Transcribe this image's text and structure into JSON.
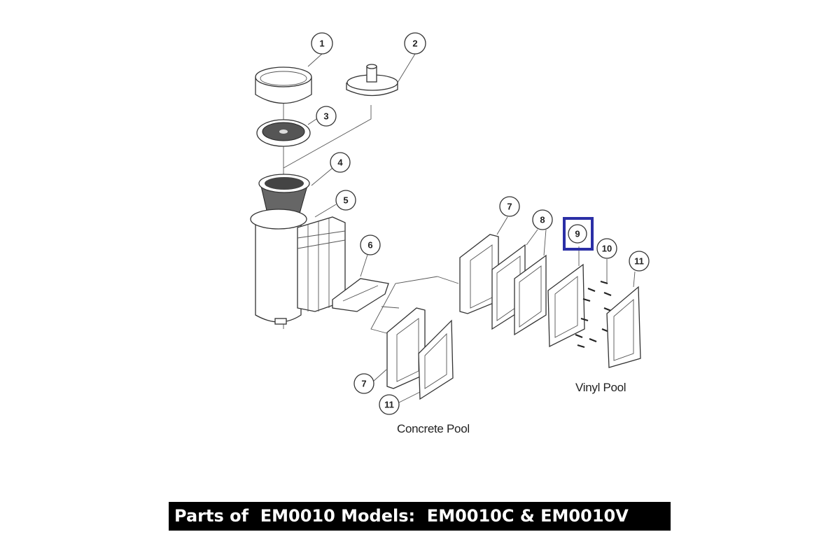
{
  "diagram": {
    "callouts": {
      "c1": "1",
      "c2": "2",
      "c3": "3",
      "c4": "4",
      "c5": "5",
      "c6": "6",
      "c7a": "7",
      "c8": "8",
      "c9": "9",
      "c10": "10",
      "c11a": "11",
      "c7b": "7",
      "c11b": "11"
    },
    "highlighted_part": "9",
    "highlight_color": "#2b2fa6",
    "group_labels": {
      "vinyl": "Vinyl Pool",
      "concrete": "Concrete Pool"
    },
    "caption": "Parts of  EM0010 Models:  EM0010C & EM0010V"
  }
}
